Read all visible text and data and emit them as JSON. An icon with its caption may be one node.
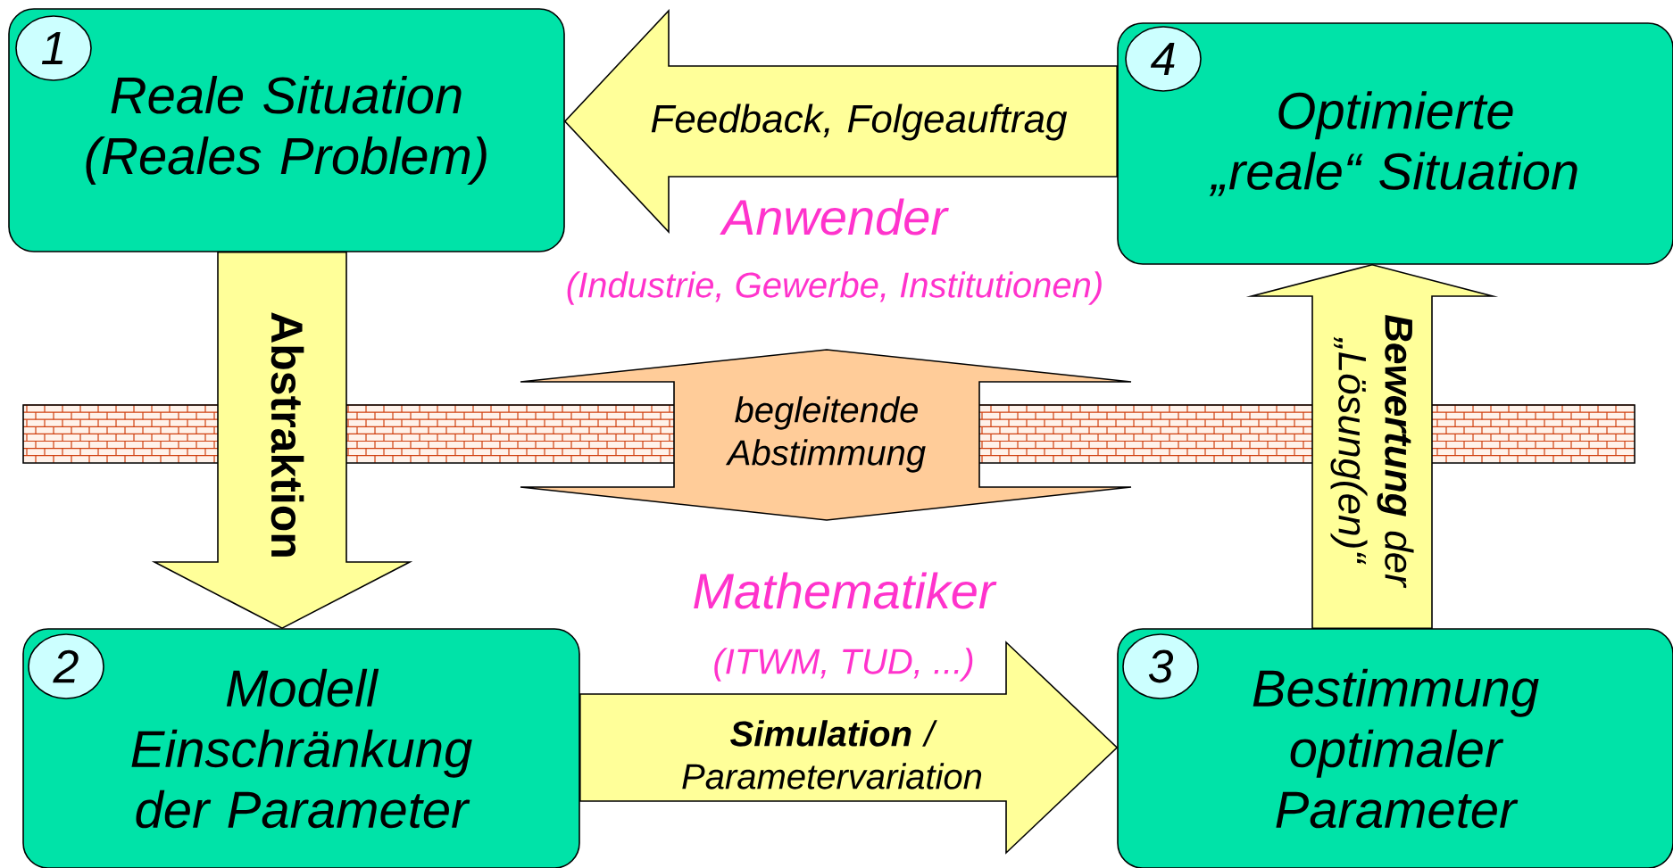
{
  "diagram": {
    "nodes": [
      {
        "text": [
          "Reale Situation (Reales Problem)"
        ]
      },
      {
        "text": [
          "1"
        ],
        "in": 0
      },
      {
        "text": [
          "Optimierte „reale“ Situation"
        ]
      },
      {
        "text": [
          "4"
        ],
        "in": 2
      },
      {
        "text": [
          "Modell",
          "Einschränkung der Parameter"
        ]
      },
      {
        "text": [
          "2"
        ],
        "in": 4
      },
      {
        "text": [
          "Bestimmung optimaler Parameter"
        ]
      },
      {
        "text": [
          "3"
        ],
        "in": 6
      },
      {
        "text": [
          "begleitende Abstimmung"
        ]
      }
    ],
    "edges": [
      {
        "from": 0,
        "to": 4,
        "arrow": "to",
        "label": "Abstraktion"
      },
      {
        "from": 4,
        "to": 6,
        "arrow": "to",
        "label": "**Simulation** / Parametervariation"
      },
      {
        "from": 6,
        "to": 2,
        "arrow": "to",
        "label": "**Bewertung** der „Lösung(en)“"
      },
      {
        "from": 2,
        "to": 0,
        "arrow": "to",
        "label": "Feedback, Folgeauftrag"
      }
    ],
    "labels": [
      "Anwender",
      "(Industrie, Gewerbe, Institutionen)",
      "Mathematiker",
      "(ITWM, TUD, ...)"
    ]
  }
}
